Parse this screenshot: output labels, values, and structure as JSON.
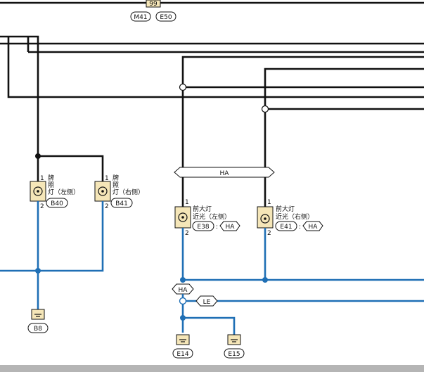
{
  "top": {
    "terminal": "99",
    "conn_left": "M41",
    "conn_right": "E50"
  },
  "license_left": {
    "pin_top": "1",
    "pin_bottom": "2",
    "name_l1": "牌",
    "name_l2": "照",
    "name_l3": "灯（左侧）",
    "conn": "B40"
  },
  "license_right": {
    "pin_top": "1",
    "pin_bottom": "2",
    "name_l1": "牌",
    "name_l2": "照",
    "name_l3": "灯（右侧）",
    "conn": "B41"
  },
  "ha_bar": {
    "label": "HA"
  },
  "head_left": {
    "pin_top": "1",
    "pin_bottom": "2",
    "name_l1": "前大灯",
    "name_l2": "近光（左侧）",
    "conn": "E38",
    "sep": ":",
    "tag": "HA"
  },
  "head_right": {
    "pin_top": "1",
    "pin_bottom": "2",
    "name_l1": "前大灯",
    "name_l2": "近光（右侧）",
    "conn": "E41",
    "sep": ":",
    "tag": "HA"
  },
  "junction": {
    "ha": "HA",
    "le": "LE"
  },
  "grounds": {
    "b8": "B8",
    "e14": "E14",
    "e15": "E15"
  }
}
